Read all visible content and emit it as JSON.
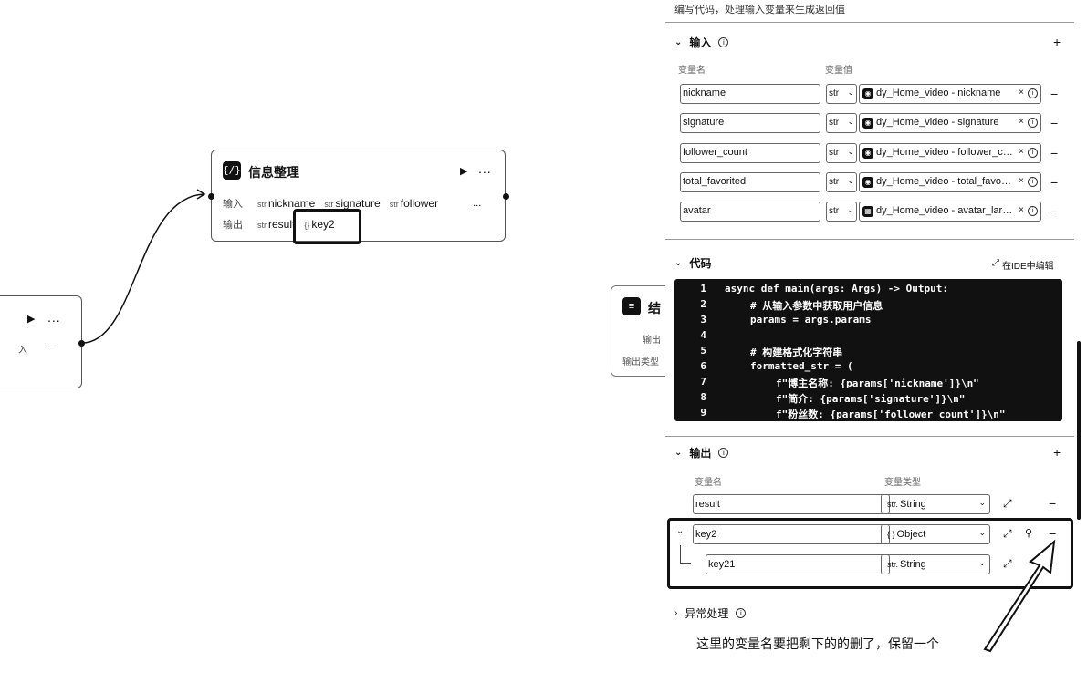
{
  "panel": {
    "description": "编写代码，处理输入变量来生成返回值",
    "inputs": {
      "title": "输入",
      "col_name": "变量名",
      "col_value": "变量值",
      "rows": [
        {
          "name": "nickname",
          "type": "str",
          "ref": "dy_Home_video - nickname"
        },
        {
          "name": "signature",
          "type": "str",
          "ref": "dy_Home_video - signature"
        },
        {
          "name": "follower_count",
          "type": "str",
          "ref": "dy_Home_video - follower_count"
        },
        {
          "name": "total_favorited",
          "type": "str",
          "ref": "dy_Home_video - total_favorited"
        },
        {
          "name": "avatar",
          "type": "str",
          "ref": "dy_Home_video - avatar_larger"
        }
      ]
    },
    "code": {
      "title": "代码",
      "ide_link": "在IDE中编辑",
      "lines": [
        {
          "n": "1",
          "indent": 0,
          "text": "async def main(args: Args) -> Output:"
        },
        {
          "n": "2",
          "indent": 1,
          "text": "# 从输入参数中获取用户信息"
        },
        {
          "n": "3",
          "indent": 1,
          "text": "params = args.params"
        },
        {
          "n": "4",
          "indent": 1,
          "text": ""
        },
        {
          "n": "5",
          "indent": 1,
          "text": "# 构建格式化字符串"
        },
        {
          "n": "6",
          "indent": 1,
          "text": "formatted_str = ("
        },
        {
          "n": "7",
          "indent": 2,
          "text": "f\"博主名称: {params['nickname']}\\n\""
        },
        {
          "n": "8",
          "indent": 2,
          "text": "f\"简介: {params['signature']}\\n\""
        },
        {
          "n": "9",
          "indent": 2,
          "text": "f\"粉丝数: {params['follower_count']}\\n\""
        }
      ]
    },
    "outputs": {
      "title": "输出",
      "col_name": "变量名",
      "col_type": "变量类型",
      "rows": [
        {
          "name": "result",
          "type_tag": "str.",
          "type": "String"
        },
        {
          "name": "key2",
          "type_tag": "{ }",
          "type": "Object"
        },
        {
          "name": "key21",
          "type_tag": "str.",
          "type": "String"
        }
      ]
    },
    "exception": {
      "title": "异常处理"
    },
    "annotation": "这里的变量名要把剩下的的删了，保留一个"
  },
  "canvas": {
    "main_node": {
      "title": "信息整理",
      "input_label": "输入",
      "output_label": "输出",
      "inputs": [
        {
          "tag": "str",
          "name": "nickname"
        },
        {
          "tag": "str",
          "name": "signature"
        },
        {
          "tag": "str",
          "name": "follower"
        }
      ],
      "outputs": [
        {
          "tag": "str",
          "name": "result"
        },
        {
          "tag": "{}",
          "name": "key2"
        }
      ],
      "more": "..."
    },
    "left_node": {
      "label": "入",
      "more": "..."
    },
    "partial_node": {
      "title": "结",
      "label1": "输出",
      "label2": "输出类型"
    }
  }
}
